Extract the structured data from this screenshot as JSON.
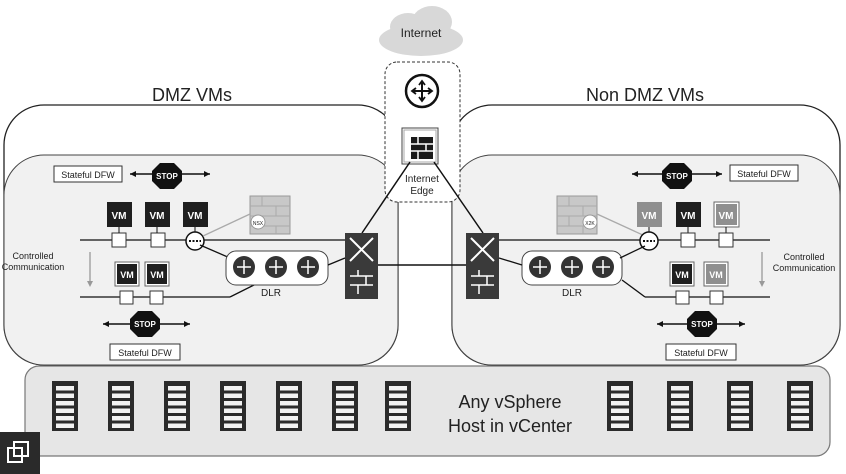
{
  "internet_label": "Internet",
  "internet_edge_label_line1": "Internet",
  "internet_edge_label_line2": "Edge",
  "zones": {
    "left": {
      "title": "DMZ VMs",
      "dfw_top": "Stateful DFW",
      "dfw_bottom": "Stateful DFW",
      "stop_top": "STOP",
      "stop_bottom": "STOP",
      "controlled_line1": "Controlled",
      "controlled_line2": "Communication",
      "dlr_label": "DLR",
      "vm_label": "VM",
      "nsx_label": "NSX"
    },
    "right": {
      "title": "Non DMZ VMs",
      "dfw_top": "Stateful DFW",
      "dfw_bottom": "Stateful DFW",
      "stop_top": "STOP",
      "stop_bottom": "STOP",
      "controlled_line1": "Controlled",
      "controlled_line2": "Communication",
      "dlr_label": "DLR",
      "vm_label": "VM",
      "nsx_label": "X2K"
    }
  },
  "host": {
    "line1": "Any vSphere",
    "line2": "Host in vCenter"
  },
  "icons": [
    "cloud-icon",
    "router-icon",
    "firewall-icon",
    "stop-sign-icon",
    "vm-icon",
    "distributed-firewall-icon",
    "logical-switch-icon",
    "brick-wall-icon",
    "server-rack-icon",
    "vsphere-logo-icon"
  ]
}
